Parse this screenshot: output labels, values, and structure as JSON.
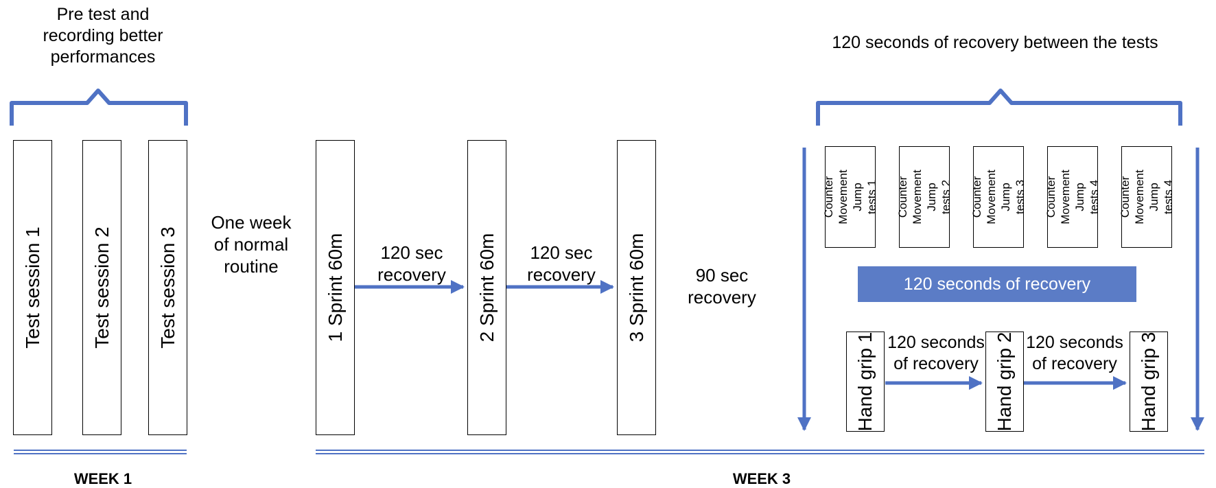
{
  "colors": {
    "accent": "#4f72c4",
    "band": "#5b7cc6"
  },
  "week1": {
    "brace_label": "Pre test and\nrecording better\nperformances",
    "sessions": [
      "Test session 1",
      "Test session 2",
      "Test session 3"
    ],
    "week_label": "WEEK 1"
  },
  "transition_label": "One week\nof normal\nroutine",
  "week3": {
    "sprints": [
      "1 Sprint 60m",
      "2 Sprint 60m",
      "3 Sprint 60m"
    ],
    "sprint_recovery": [
      "120 sec\nrecovery",
      "120 sec\nrecovery"
    ],
    "post_sprint_recovery": "90 sec\nrecovery",
    "brace_label": "120 seconds of recovery between the tests",
    "jump_tests": [
      "Counter\nMovement Jump\ntests  1",
      "Counter\nMovement Jump\ntests  2",
      "Counter\nMovement Jump\ntests  3",
      "Counter\nMovement Jump\ntests  4",
      "Counter\nMovement Jump\ntests  4"
    ],
    "band_label": "120 seconds of recovery",
    "hand_grips": [
      "Hand grip 1",
      "Hand grip 2",
      "Hand grip 3"
    ],
    "grip_recovery": [
      "120 seconds\nof recovery",
      "120 seconds\nof recovery"
    ],
    "week_label": "WEEK 3"
  }
}
